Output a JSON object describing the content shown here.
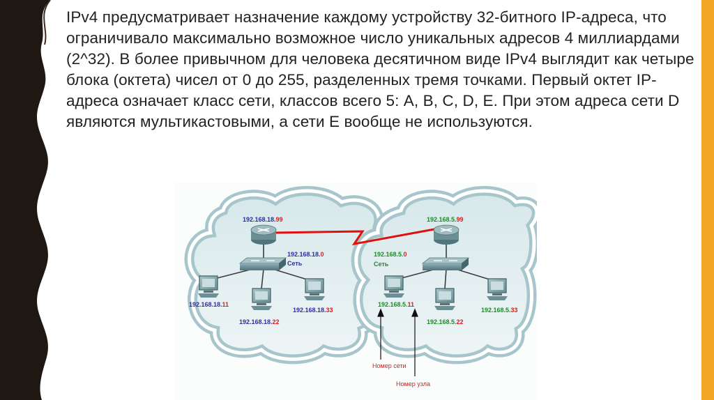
{
  "paragraph": "IPv4 предусматривает назначение каждому устройству 32-битного IP-адреса, что ограничивало максимально возможное число уникальных адресов 4 миллиардами (2^32). В более привычном для человека десятичном виде IPv4 выглядит как четыре блока (октета) чисел от 0 до 255, разделенных тремя точками. Первый октет IP-адреса означает класс сети, классов всего 5: A, B, C, D, E. При этом адреса сети D являются мультикастовыми, а сети E вообще не используются.",
  "diagram": {
    "left_network": {
      "router_ip": {
        "net": "192.168.18.",
        "host": "99"
      },
      "switch_ip": {
        "net": "192.168.18.",
        "host": "0"
      },
      "switch_label": "Сеть",
      "hosts": [
        {
          "net": "192.168.18.",
          "host": "11"
        },
        {
          "net": "192.168.18.",
          "host": "22"
        },
        {
          "net": "192.168.18.",
          "host": "33"
        }
      ]
    },
    "right_network": {
      "router_ip": {
        "net": "192.168.5.",
        "host": "99"
      },
      "switch_ip": {
        "net": "192.168.5.",
        "host": "0"
      },
      "switch_label": "Сеть",
      "hosts": [
        {
          "net": "192.168.5.",
          "host": "11"
        },
        {
          "net": "192.168.5.",
          "host": "22"
        },
        {
          "net": "192.168.5.",
          "host": "33"
        }
      ]
    },
    "annotations": {
      "network_number": "Номер сети",
      "host_number": "Номер узла"
    }
  },
  "colors": {
    "accent_bar": "#f2a524",
    "left_net_text": "#2b2f9e",
    "right_net_text": "#1f8a2b",
    "host_part": "#d42020",
    "wan_link": "#e01010"
  }
}
